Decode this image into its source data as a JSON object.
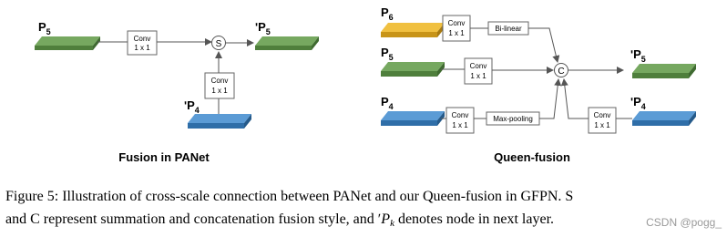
{
  "colors": {
    "green_top": "#76a860",
    "green_front": "#4f7f3c",
    "blue_top": "#5b9bd5",
    "blue_front": "#2f6ea8",
    "yellow_top": "#f0c040",
    "yellow_front": "#c89418",
    "line": "#555555",
    "watermark": "#9a9a9a"
  },
  "panet": {
    "p5_label": "P",
    "p5_sub": "5",
    "out_label": "ʹP",
    "out_sub": "5",
    "p4_label": "ʹP",
    "p4_sub": "4",
    "conv_top": {
      "line1": "Conv",
      "line2": "1 x 1"
    },
    "conv_side": {
      "line1": "Conv",
      "line2": "1 x 1"
    },
    "sum_symbol": "S",
    "title": "Fusion in PANet"
  },
  "queen": {
    "p6_label": "P",
    "p6_sub": "6",
    "p5_label": "P",
    "p5_sub": "5",
    "p4_label": "P",
    "p4_sub": "4",
    "out5_label": "ʹP",
    "out5_sub": "5",
    "out4_label": "ʹP",
    "out4_sub": "4",
    "conv_p6": {
      "line1": "Conv",
      "line2": "1 x 1"
    },
    "conv_p5": {
      "line1": "Conv",
      "line2": "1 x 1"
    },
    "conv_p4": {
      "line1": "Conv",
      "line2": "1 x 1"
    },
    "conv_out4": {
      "line1": "Conv",
      "line2": "1 x 1"
    },
    "bilinear": "Bi-linear",
    "maxpool": "Max-pooling",
    "concat_symbol": "C",
    "title": "Queen-fusion"
  },
  "caption": {
    "line1": "Figure 5: Illustration of cross-scale connection between PANet and our Queen-fusion in GFPN. S",
    "line2_pre": "and C represent summation and concatenation fusion style, and ",
    "line2_sym": "ʹ",
    "line2_p": "P",
    "line2_k": "k",
    "line2_post": " denotes node in next layer."
  },
  "watermark": "CSDN @pogg_"
}
